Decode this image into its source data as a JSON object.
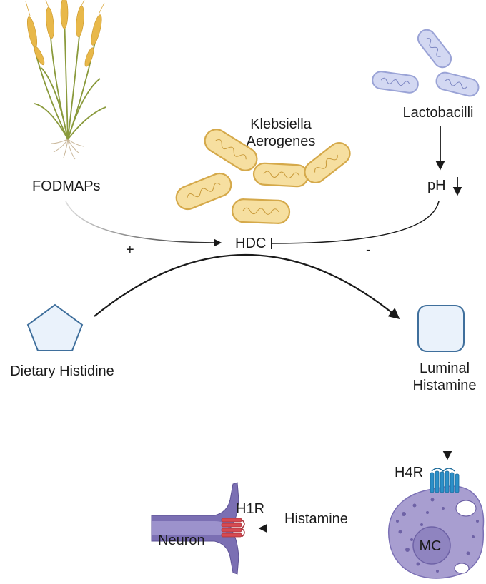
{
  "labels": {
    "fodmaps": "FODMAPs",
    "klebsiella_line1": "Klebsiella",
    "klebsiella_line2": "Aerogenes",
    "lactobacilli": "Lactobacilli",
    "ph": "pH",
    "hdc": "HDC",
    "plus": "+",
    "minus": "-",
    "dietary_histidine": "Dietary Histidine",
    "luminal_line1": "Luminal",
    "luminal_line2": "Histamine",
    "h4r": "H4R",
    "h1r": "H1R",
    "mc": "MC",
    "histamine": "Histamine",
    "neuron": "Neuron"
  },
  "colors": {
    "wheat_grain": "#e8b84a",
    "wheat_stem": "#8a9a3c",
    "klebsiella_fill": "#f6dfa0",
    "klebsiella_stroke": "#d5a94a",
    "lactobacilli_fill": "#d3d8f2",
    "lactobacilli_stroke": "#9aa3d6",
    "shape_fill": "#eaf2fb",
    "shape_stroke": "#3f6f9c",
    "mast_cell_fill": "#a89ed0",
    "mast_cell_dots": "#6e62a6",
    "h4r_receptor": "#2c8fc8",
    "h1r_receptor": "#d64a52",
    "neuron_fill": "#7b6fb3",
    "arrow": "#1a1a1a"
  }
}
